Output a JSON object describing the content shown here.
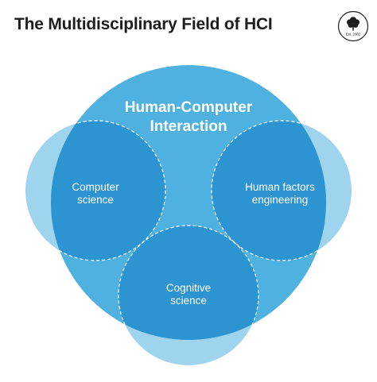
{
  "title": "The Multidisciplinary Field of HCI",
  "logo": {
    "icon": "tree-icon",
    "text": "Est. 2002"
  },
  "colors": {
    "center": "#4fb1e0",
    "satellite": "#9fd4ef",
    "overlap": "#2d94d2",
    "title_text": "#1d1d1b",
    "label_text": "#ffffff"
  },
  "center": {
    "line1": "Human-Computer",
    "line2": "Interaction"
  },
  "disciplines": {
    "computer_science": {
      "line1": "Computer",
      "line2": "science"
    },
    "human_factors": {
      "line1": "Human factors",
      "line2": "engineering"
    },
    "cognitive_science": {
      "line1": "Cognitive",
      "line2": "science"
    }
  }
}
